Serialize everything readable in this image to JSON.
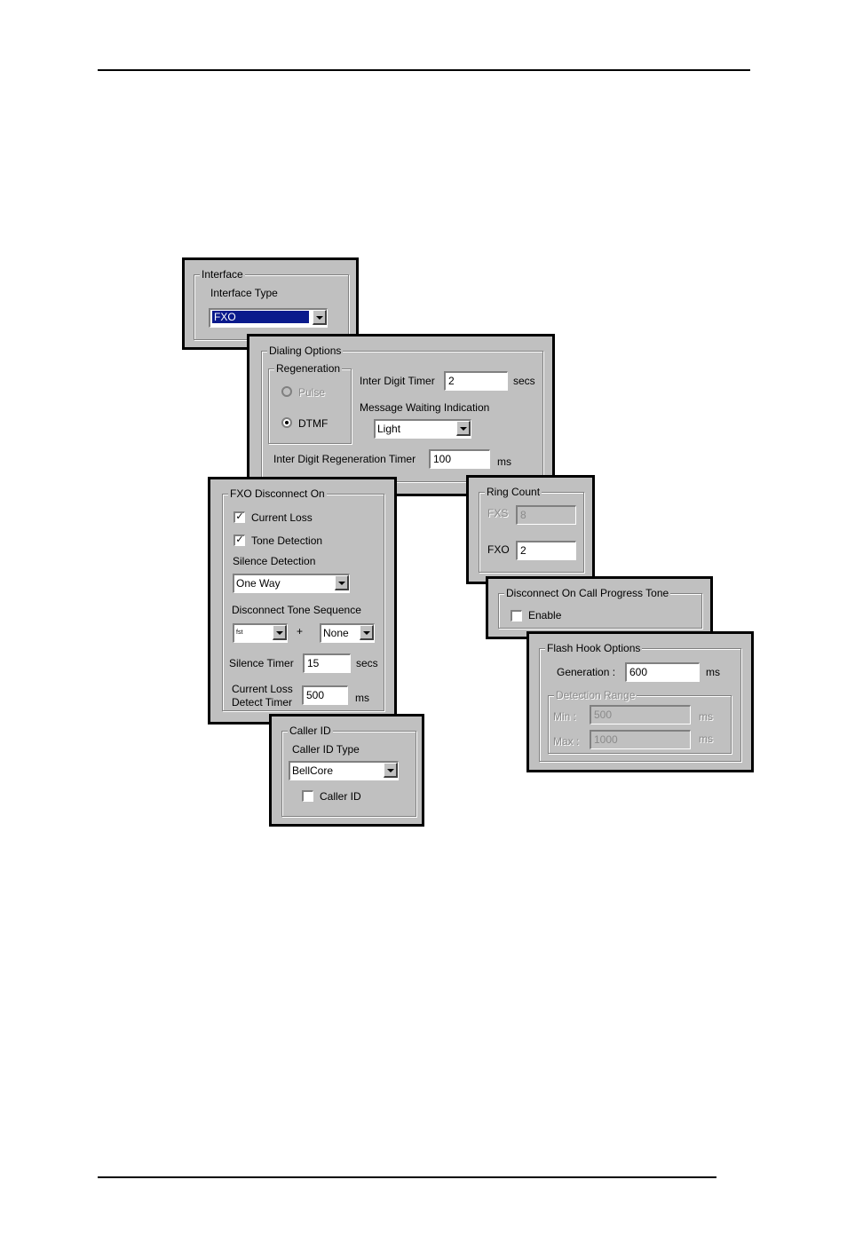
{
  "interface": {
    "title": "Interface",
    "type_label": "Interface Type",
    "type_value": "FXO"
  },
  "dialing": {
    "title": "Dialing Options",
    "regeneration_title": "Regeneration",
    "pulse_label": "Pulse",
    "dtmf_label": "DTMF",
    "inter_digit_timer_label": "Inter Digit Timer",
    "inter_digit_timer_value": "2",
    "inter_digit_timer_unit": "secs",
    "mwi_label": "Message Waiting Indication",
    "mwi_value": "Light",
    "regen_timer_label": "Inter Digit Regeneration Timer",
    "regen_timer_value": "100",
    "regen_timer_unit": "ms"
  },
  "fxo_disconnect": {
    "title": "FXO Disconnect On",
    "current_loss_label": "Current Loss",
    "current_loss_checked": true,
    "tone_detection_label": "Tone Detection",
    "tone_detection_checked": true,
    "silence_detection_label": "Silence Detection",
    "silence_detection_value": "One Way",
    "tone_sequence_label": "Disconnect Tone Sequence",
    "tone_sequence_first": "fst",
    "tone_sequence_plus": "+",
    "tone_sequence_second": "None",
    "silence_timer_label": "Silence Timer",
    "silence_timer_value": "15",
    "silence_timer_unit": "secs",
    "current_loss_timer_label_1": "Current Loss",
    "current_loss_timer_label_2": "Detect Timer",
    "current_loss_timer_value": "500",
    "current_loss_timer_unit": "ms"
  },
  "ring_count": {
    "title": "Ring Count",
    "fxs_label": "FXS",
    "fxs_value": "8",
    "fxo_label": "FXO",
    "fxo_value": "2"
  },
  "call_progress": {
    "title": "Disconnect On Call Progress Tone",
    "enable_label": "Enable",
    "enable_checked": false
  },
  "flash_hook": {
    "title": "Flash Hook Options",
    "generation_label": "Generation :",
    "generation_value": "600",
    "generation_unit": "ms",
    "detection_title": "Detection Range",
    "min_label": "Min :",
    "min_value": "500",
    "min_unit": "ms",
    "max_label": "Max :",
    "max_value": "1000",
    "max_unit": "ms"
  },
  "caller_id": {
    "title": "Caller ID",
    "type_label": "Caller ID Type",
    "type_value": "BellCore",
    "enable_label": "Caller ID",
    "enable_checked": false
  },
  "icons": {
    "dropdown": "chevron-down-icon",
    "check": "checkmark-icon",
    "radio": "radio-dot-icon"
  },
  "colors": {
    "panel_bg": "#c0c0c0",
    "selection_bg": "#0a1a8c",
    "disabled_text": "#8a8a8a"
  }
}
